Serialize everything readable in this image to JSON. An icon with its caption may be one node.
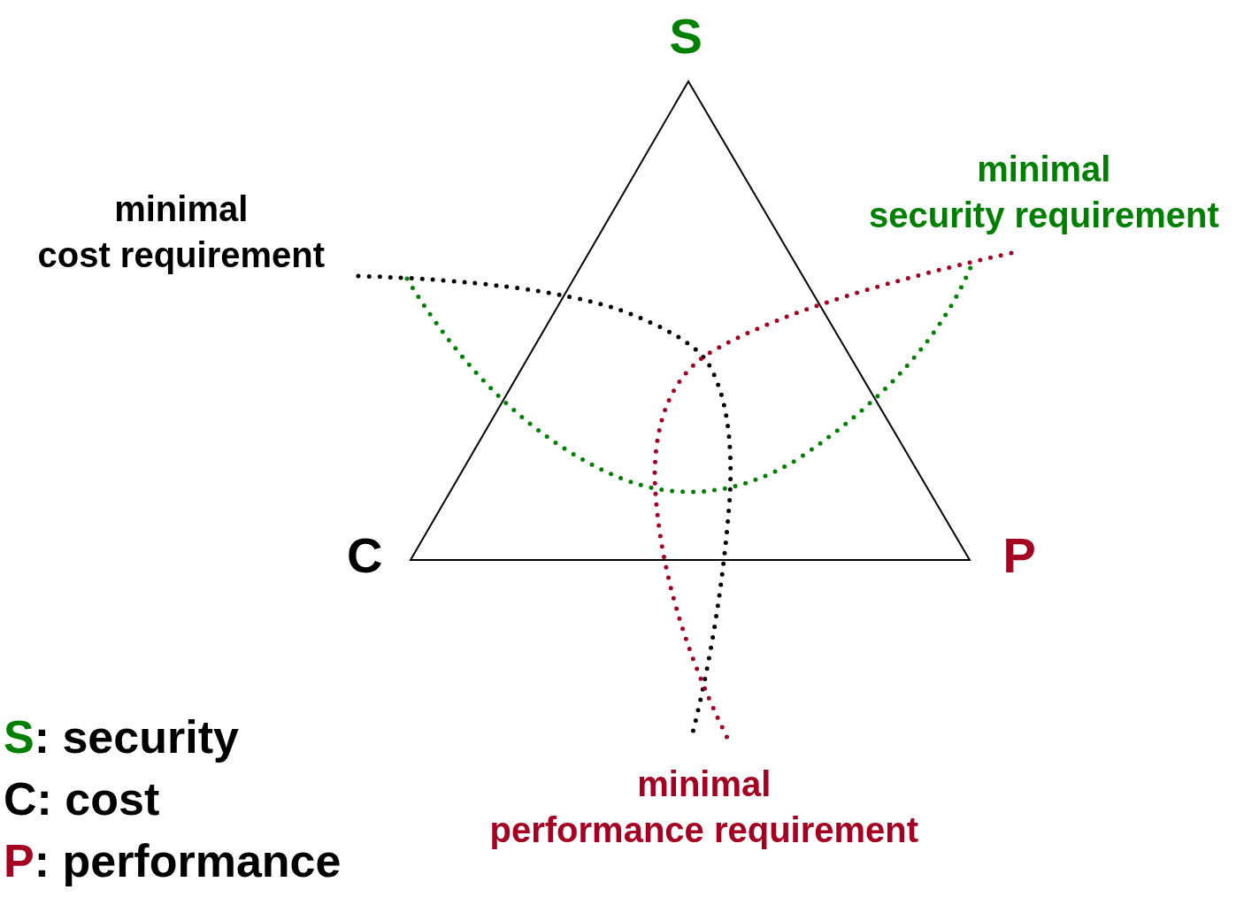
{
  "diagram": {
    "labels": [
      "S",
      "minimal security requirement",
      "minimal cost requirement",
      "C",
      "P",
      "minimal performance requirement",
      "S: security",
      "C: cost",
      "P: performance"
    ]
  }
}
